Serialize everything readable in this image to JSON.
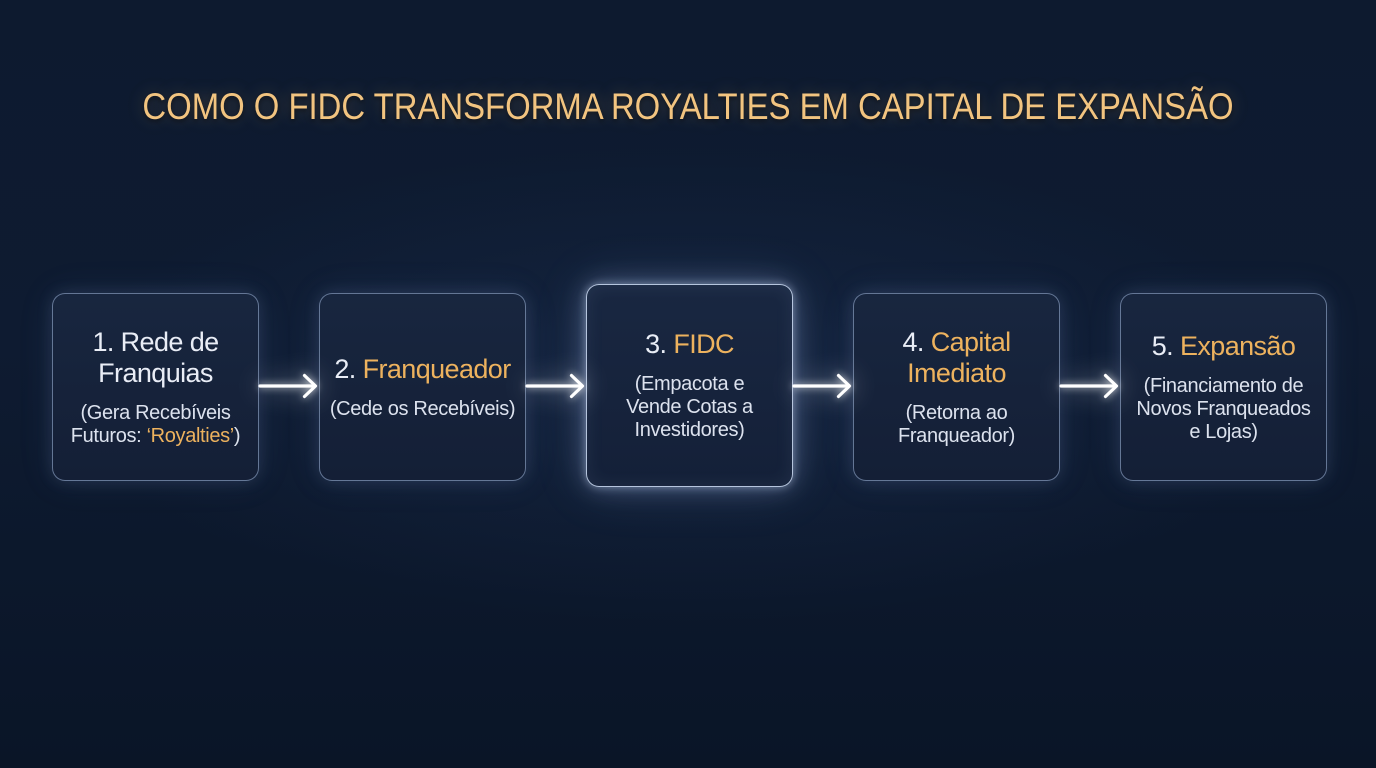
{
  "header": {
    "title": "COMO O FIDC TRANSFORMA ROYALTIES EM CAPITAL DE EXPANSÃO"
  },
  "palette": {
    "background": "#0d1a2f",
    "card_fill": "#16233b",
    "card_border": "#8b9cbe",
    "highlight_card_border": "#cedcf2",
    "gold_accent": "#edb25e",
    "title_gold": "#f2c480",
    "text_light": "#e9edf6",
    "text_muted": "#dce2ee",
    "arrow_color": "#ffffff"
  },
  "flow": {
    "steps": [
      {
        "heading": [
          {
            "t": "1. Rede de\nFranquias",
            "gold": false
          }
        ],
        "description": [
          {
            "t": "(Gera Recebíveis\nFuturos: ",
            "gold": false
          },
          {
            "t": "‘Royalties’",
            "gold": true
          },
          {
            "t": ")",
            "gold": false
          }
        ],
        "highlighted": false
      },
      {
        "heading": [
          {
            "t": "2. ",
            "gold": false
          },
          {
            "t": "Franqueador",
            "gold": true
          }
        ],
        "description": [
          {
            "t": "(Cede os Recebíveis)",
            "gold": false
          }
        ],
        "highlighted": false
      },
      {
        "heading": [
          {
            "t": "3. ",
            "gold": false
          },
          {
            "t": "FIDC",
            "gold": true
          }
        ],
        "description": [
          {
            "t": "(Empacota e\nVende Cotas a\nInvestidores)",
            "gold": false
          }
        ],
        "highlighted": true
      },
      {
        "heading": [
          {
            "t": "4. ",
            "gold": false
          },
          {
            "t": "Capital\nImediato",
            "gold": true
          }
        ],
        "description": [
          {
            "t": "(Retorna ao\nFranqueador)",
            "gold": false
          }
        ],
        "highlighted": false
      },
      {
        "heading": [
          {
            "t": "5. ",
            "gold": false
          },
          {
            "t": "Expansão",
            "gold": true
          }
        ],
        "description": [
          {
            "t": "(Financiamento de\nNovos Franqueados\ne Lojas)",
            "gold": false
          }
        ],
        "highlighted": false
      }
    ]
  }
}
